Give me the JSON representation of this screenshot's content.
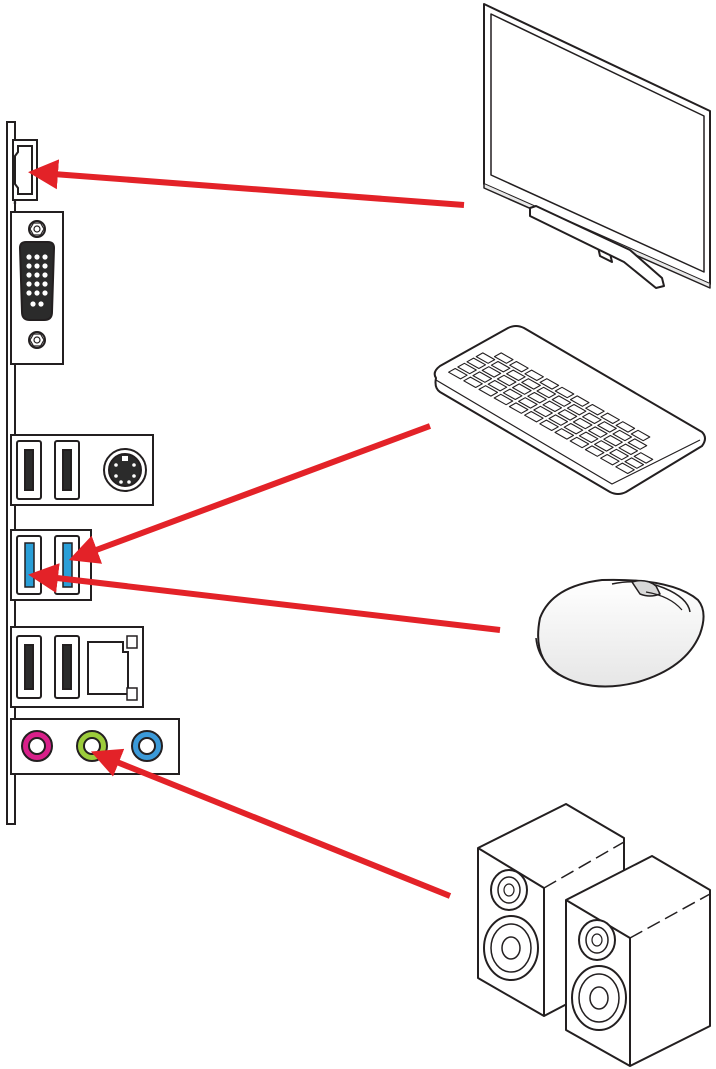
{
  "colors": {
    "arrow": "#e32228",
    "outline": "#231f20",
    "usb3_blue": "#2a9fd8",
    "audio_pink": "#d9208a",
    "audio_green": "#9ccc3b",
    "audio_blue": "#3b9ad9",
    "port_dark": "#2b2b2b",
    "panel_fill": "#ffffff"
  },
  "icons": {
    "monitor": "monitor-icon",
    "keyboard": "keyboard-icon",
    "mouse": "mouse-icon",
    "speakers": "speakers-icon"
  },
  "connections": [
    {
      "device": "monitor",
      "port": "hdmi"
    },
    {
      "device": "keyboard",
      "port": "usb3-right"
    },
    {
      "device": "mouse",
      "port": "usb3-left"
    },
    {
      "device": "speakers",
      "port": "audio-line-out"
    }
  ]
}
